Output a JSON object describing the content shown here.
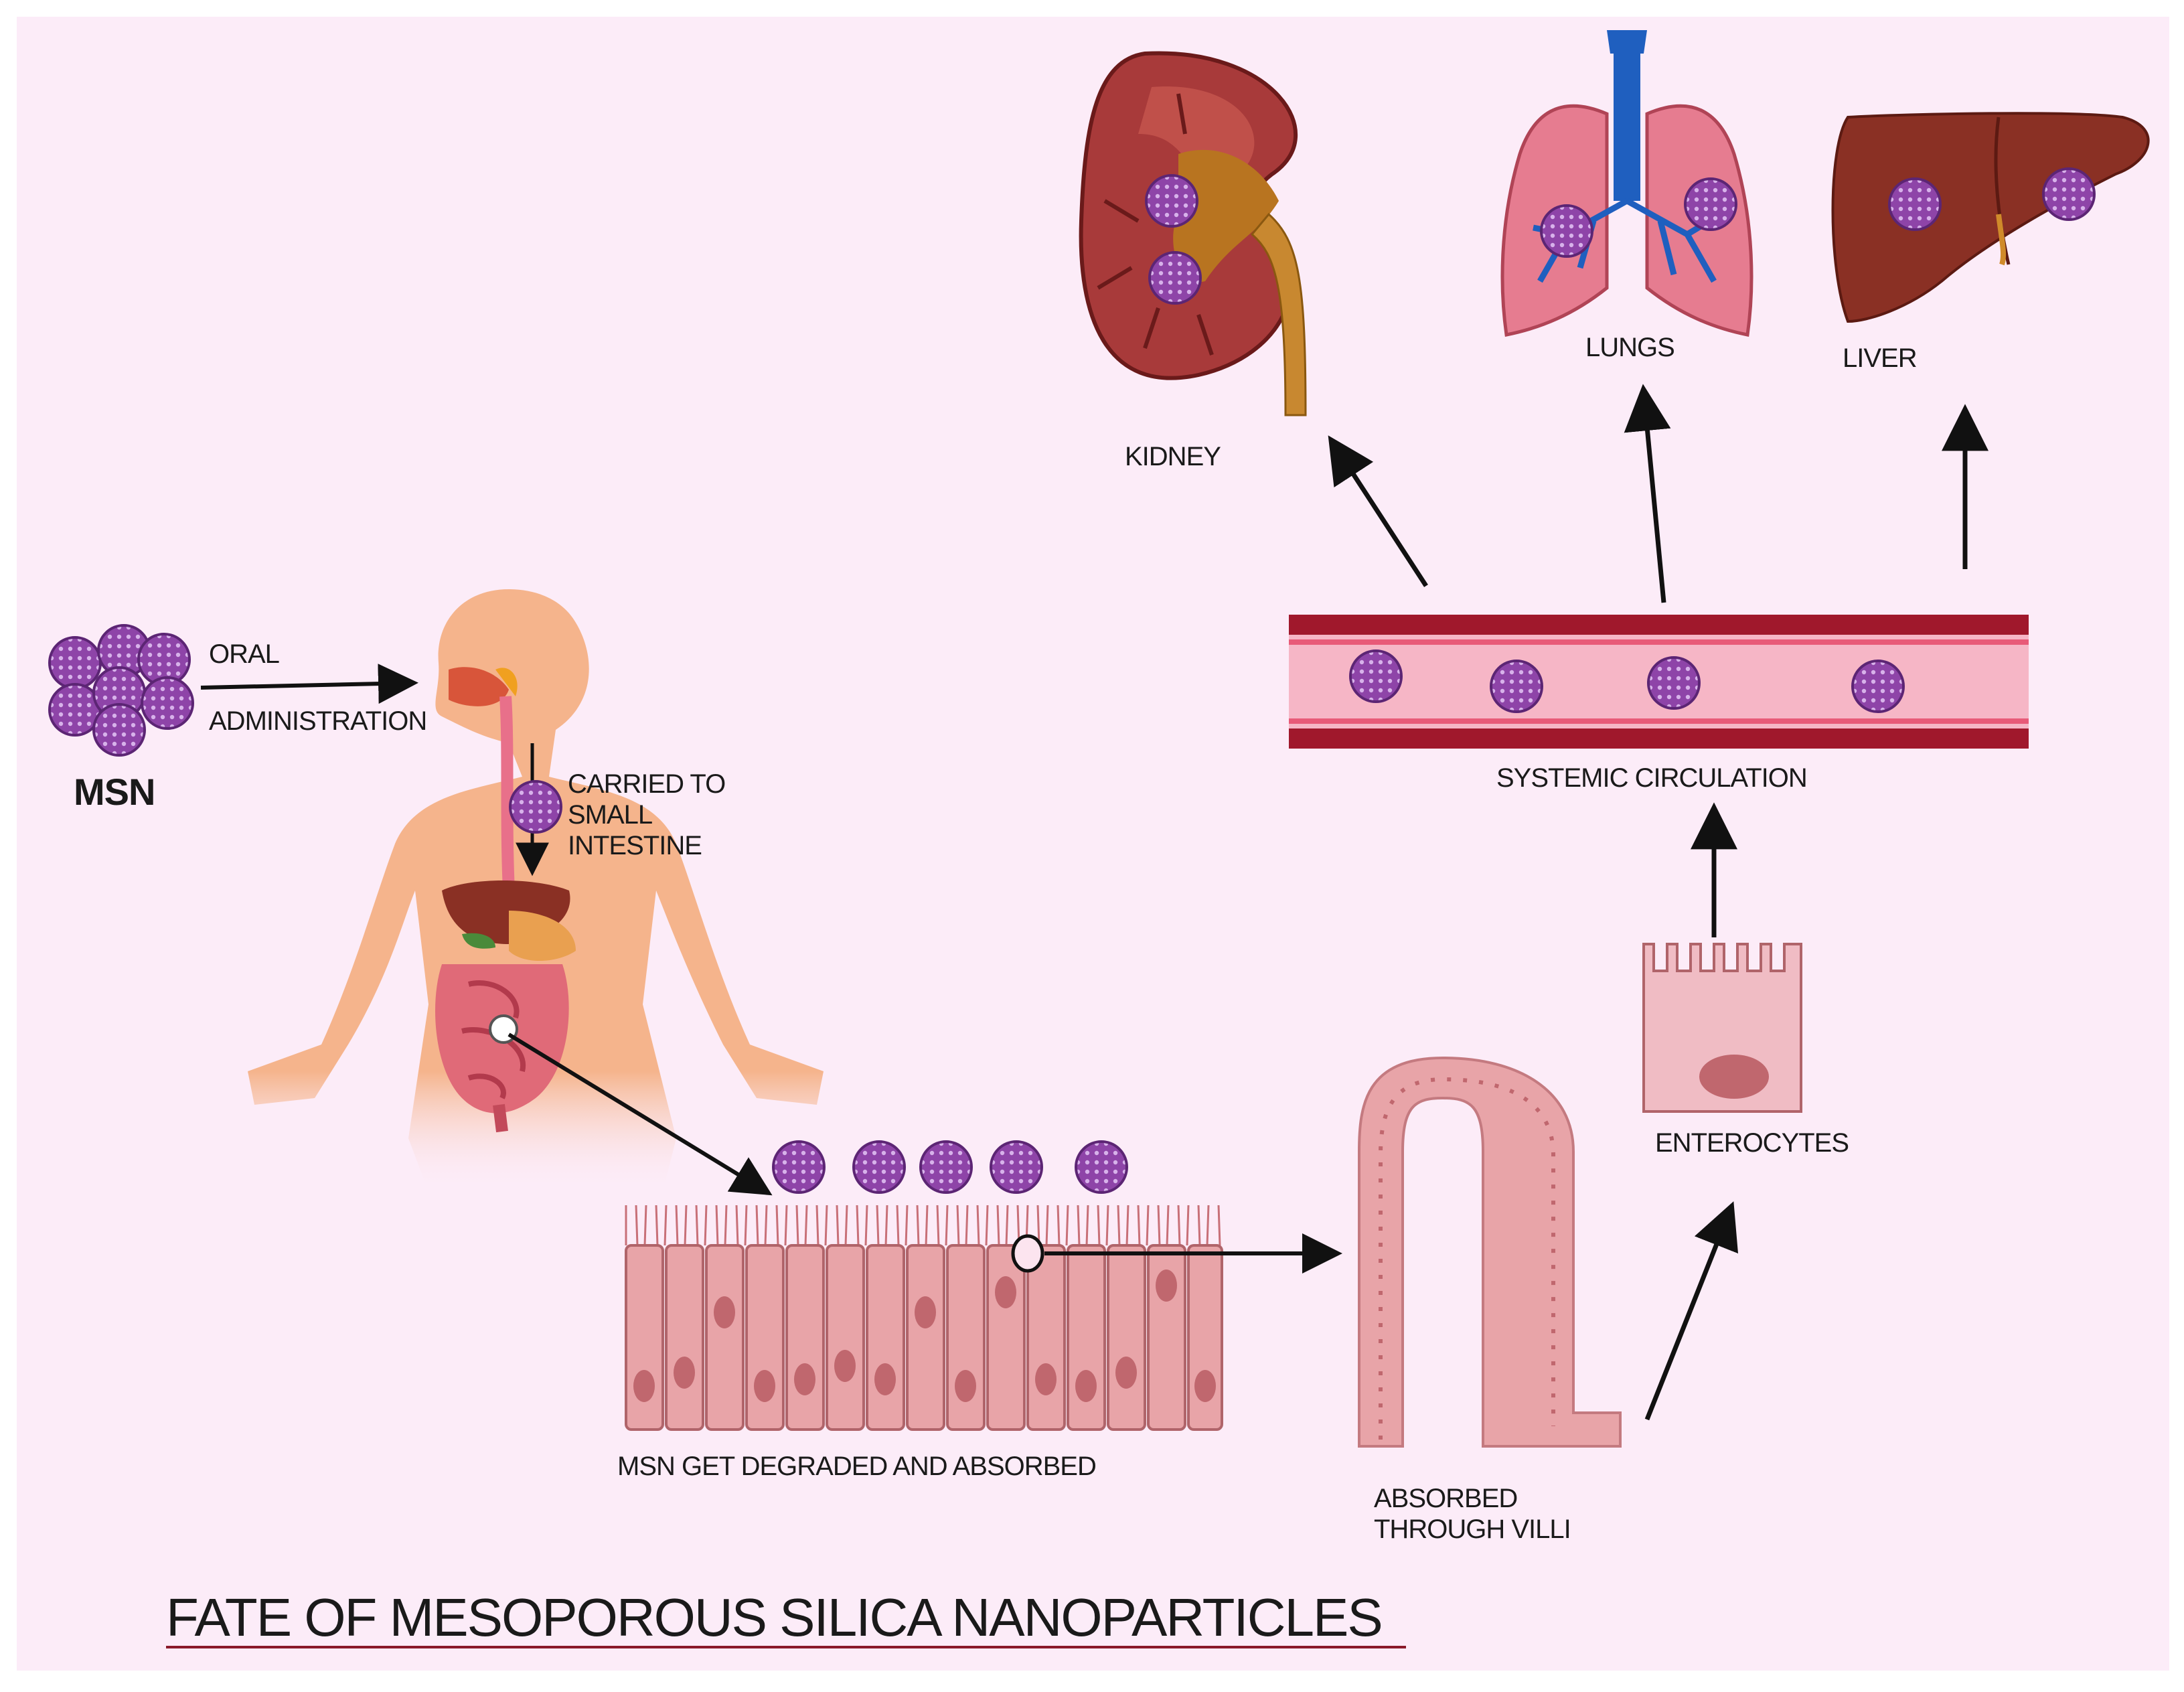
{
  "colors": {
    "background": "#fcecf8",
    "particle": "#8e44a8",
    "vessel_wall": "#a0182c",
    "vessel_lumen": "#f6b6c6",
    "tissue": "#e8a4a8",
    "nucleus": "#c0676e",
    "skin": "#f4b287",
    "kidney": "#a83a3a",
    "lungs": "#e67c90",
    "bronchi": "#1f5fbf",
    "liver": "#8a3024",
    "arrow": "#111111"
  },
  "labels": {
    "msn": "MSN",
    "oral": "ORAL",
    "administration": "ADMINISTRATION",
    "carried": "CARRIED TO SMALL INTESTINE",
    "degraded": "MSN GET DEGRADED AND  ABSORBED",
    "villi": "ABSORBED THROUGH VILLI",
    "enterocytes": "ENTEROCYTES",
    "systemic": "SYSTEMIC CIRCULATION",
    "kidney": "KIDNEY",
    "lungs": "LUNGS",
    "liver": "LIVER",
    "title": "FATE OF MESOPOROUS  SILICA NANOPARTICLES"
  },
  "icons": {
    "particle": "nanoparticle-icon",
    "body": "human-body-icon",
    "kidney": "kidney-icon",
    "lungs": "lungs-icon",
    "liver": "liver-icon",
    "villus": "villus-icon",
    "enterocyte": "enterocyte-icon",
    "vessel": "blood-vessel-icon"
  }
}
